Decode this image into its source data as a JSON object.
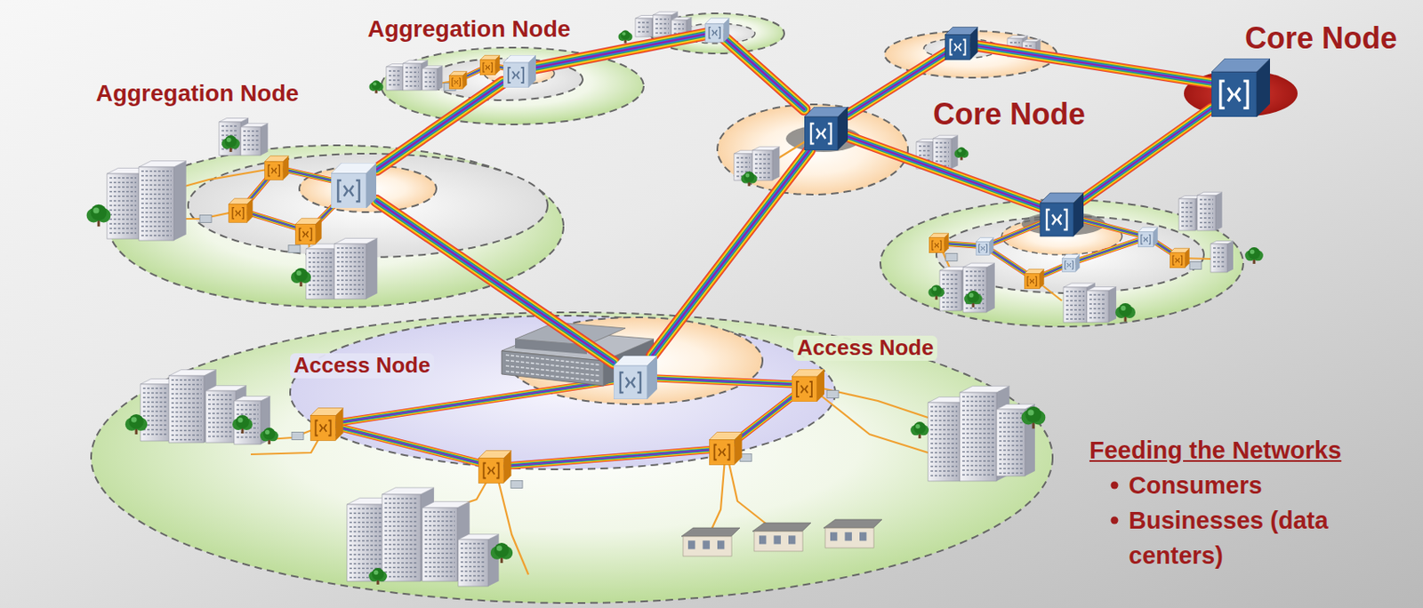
{
  "diagram": {
    "nodes": [
      {
        "text": [
          "Aggregation Node"
        ]
      },
      {
        "text": [
          "Core Node"
        ]
      },
      {
        "text": [
          "Aggregation Node"
        ]
      },
      {
        "text": [
          "Core Node"
        ]
      },
      {
        "text": [
          "Access Node"
        ]
      },
      {
        "text": [
          "Access Node"
        ]
      }
    ],
    "edges": [
      {
        "from": 0,
        "to": 2,
        "arrow": "none"
      },
      {
        "from": 0,
        "to": 3,
        "arrow": "none"
      },
      {
        "from": 2,
        "to": 4,
        "arrow": "none"
      },
      {
        "from": 4,
        "to": 3,
        "arrow": "none"
      },
      {
        "from": 3,
        "to": 1,
        "arrow": "none"
      },
      {
        "from": 3,
        "to": 1,
        "arrow": "none"
      },
      {
        "from": 4,
        "to": 5,
        "arrow": "none"
      }
    ],
    "labels": [
      "Feeding the Networks",
      "Consumers",
      "Businesses (data centers)"
    ]
  }
}
